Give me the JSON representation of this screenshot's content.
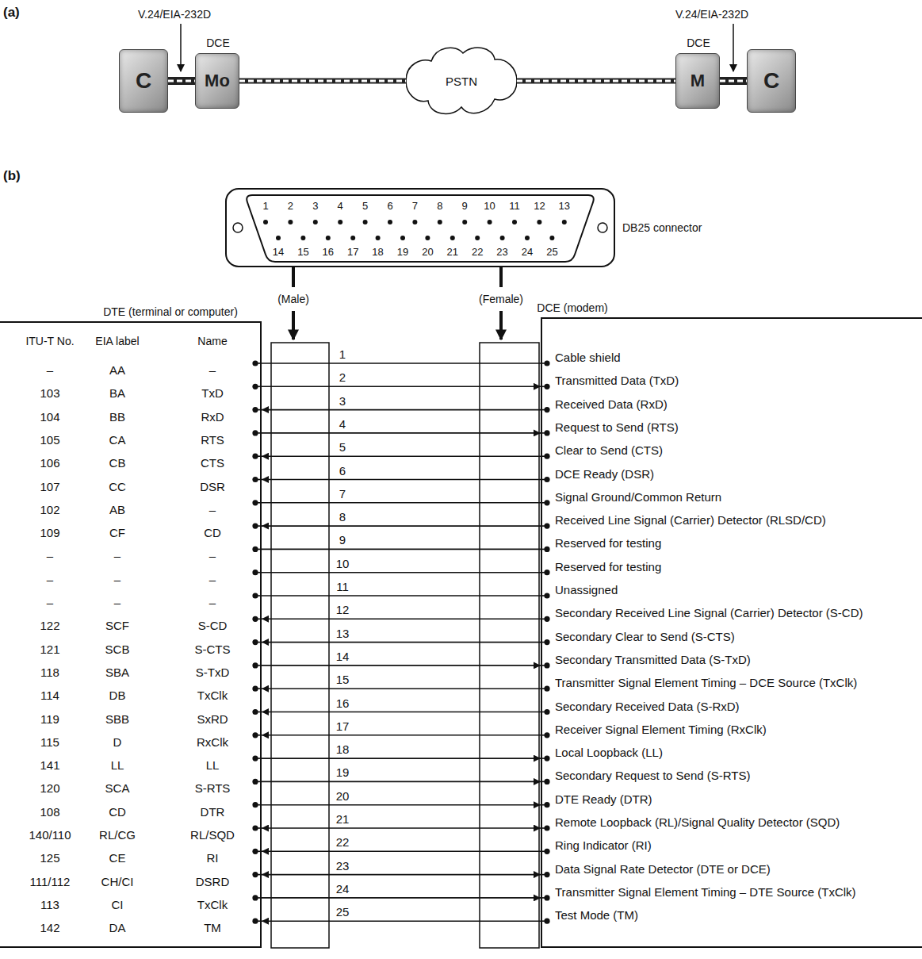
{
  "diagram": {
    "nodes": [
      {
        "text": [
          "C"
        ]
      },
      {
        "text": [
          "DCE",
          "Mo"
        ]
      },
      {
        "text": [
          "PSTN"
        ]
      },
      {
        "text": [
          "DCE",
          "M"
        ]
      },
      {
        "text": [
          "C"
        ]
      },
      {
        "text": [
          "DTE (terminal or computer)"
        ]
      },
      {
        "text": [
          "DCE (modem)"
        ]
      }
    ],
    "edges": [
      {
        "from": 0,
        "to": 1,
        "arrow": "none"
      },
      {
        "from": 1,
        "to": 2,
        "arrow": "none"
      },
      {
        "from": 2,
        "to": 3,
        "arrow": "none"
      },
      {
        "from": 3,
        "to": 4,
        "arrow": "none"
      },
      {
        "from": 5,
        "to": 6,
        "label": "1",
        "arrow": "none"
      },
      {
        "from": 5,
        "to": 6,
        "label": "2",
        "arrow": "to"
      },
      {
        "from": 6,
        "to": 5,
        "label": "3",
        "arrow": "to"
      },
      {
        "from": 5,
        "to": 6,
        "label": "4",
        "arrow": "to"
      },
      {
        "from": 6,
        "to": 5,
        "label": "5",
        "arrow": "to"
      },
      {
        "from": 6,
        "to": 5,
        "label": "6",
        "arrow": "to"
      },
      {
        "from": 5,
        "to": 6,
        "label": "7",
        "arrow": "none"
      },
      {
        "from": 6,
        "to": 5,
        "label": "8",
        "arrow": "to"
      },
      {
        "from": 5,
        "to": 6,
        "label": "9",
        "arrow": "none"
      },
      {
        "from": 5,
        "to": 6,
        "label": "10",
        "arrow": "none"
      },
      {
        "from": 5,
        "to": 6,
        "label": "11",
        "arrow": "none"
      },
      {
        "from": 6,
        "to": 5,
        "label": "12",
        "arrow": "to"
      },
      {
        "from": 6,
        "to": 5,
        "label": "13",
        "arrow": "to"
      },
      {
        "from": 5,
        "to": 6,
        "label": "14",
        "arrow": "to"
      },
      {
        "from": 6,
        "to": 5,
        "label": "15",
        "arrow": "to"
      },
      {
        "from": 6,
        "to": 5,
        "label": "16",
        "arrow": "to"
      },
      {
        "from": 6,
        "to": 5,
        "label": "17",
        "arrow": "to"
      },
      {
        "from": 5,
        "to": 6,
        "label": "18",
        "arrow": "to"
      },
      {
        "from": 5,
        "to": 6,
        "label": "19",
        "arrow": "to"
      },
      {
        "from": 5,
        "to": 6,
        "label": "20",
        "arrow": "to"
      },
      {
        "from": 5,
        "to": 6,
        "label": "21",
        "arrow": "both"
      },
      {
        "from": 6,
        "to": 5,
        "label": "22",
        "arrow": "to"
      },
      {
        "from": 5,
        "to": 6,
        "label": "23",
        "arrow": "both"
      },
      {
        "from": 5,
        "to": 6,
        "label": "24",
        "arrow": "to"
      },
      {
        "from": 6,
        "to": 5,
        "label": "25",
        "arrow": "to"
      }
    ],
    "labels": [
      "(a)",
      "V.24/EIA-232D",
      "V.24/EIA-232D",
      "(b)",
      "1",
      "2",
      "3",
      "4",
      "5",
      "6",
      "7",
      "8",
      "9",
      "10",
      "11",
      "12",
      "13",
      "14",
      "15",
      "16",
      "17",
      "18",
      "19",
      "20",
      "21",
      "22",
      "23",
      "24",
      "25",
      "DB25 connector",
      "(Male)",
      "(Female)",
      "ITU-T No.",
      "EIA label",
      "Name",
      "–",
      "AA",
      "–",
      "103",
      "BA",
      "TxD",
      "104",
      "BB",
      "RxD",
      "105",
      "CA",
      "RTS",
      "106",
      "CB",
      "CTS",
      "107",
      "CC",
      "DSR",
      "102",
      "AB",
      "–",
      "109",
      "CF",
      "CD",
      "–",
      "–",
      "–",
      "–",
      "–",
      "–",
      "–",
      "–",
      "–",
      "122",
      "SCF",
      "S-CD",
      "121",
      "SCB",
      "S-CTS",
      "118",
      "SBA",
      "S-TxD",
      "114",
      "DB",
      "TxClk",
      "119",
      "SBB",
      "SxRD",
      "115",
      "D",
      "RxClk",
      "141",
      "LL",
      "LL",
      "120",
      "SCA",
      "S-RTS",
      "108",
      "CD",
      "DTR",
      "140/110",
      "RL/CG",
      "RL/SQD",
      "125",
      "CE",
      "RI",
      "111/112",
      "CH/CI",
      "DSRD",
      "113",
      "CI",
      "TxClk",
      "142",
      "DA",
      "TM",
      "Cable shield",
      "Transmitted Data (TxD)",
      "Received Data (RxD)",
      "Request to Send (RTS)",
      "Clear to Send (CTS)",
      "DCE Ready (DSR)",
      "Signal Ground/Common Return",
      "Received Line Signal (Carrier) Detector (RLSD/CD)",
      "Reserved for testing",
      "Reserved for testing",
      "Unassigned",
      "Secondary Received Line Signal (Carrier) Detector (S-CD)",
      "Secondary Clear to Send (S-CTS)",
      "Secondary Transmitted Data (S-TxD)",
      "Transmitter Signal Element Timing – DCE Source (TxClk)",
      "Secondary Received Data (S-RxD)",
      "Receiver Signal Element Timing (RxClk)",
      "Local Loopback (LL)",
      "Secondary Request to Send (S-RTS)",
      "DTE Ready (DTR)",
      "Remote Loopback (RL)/Signal Quality Detector (SQD)",
      "Ring Indicator (RI)",
      "Data Signal Rate Detector (DTE or DCE)",
      "Transmitter Signal Element Timing – DTE Source (TxClk)",
      "Test Mode (TM)"
    ]
  }
}
